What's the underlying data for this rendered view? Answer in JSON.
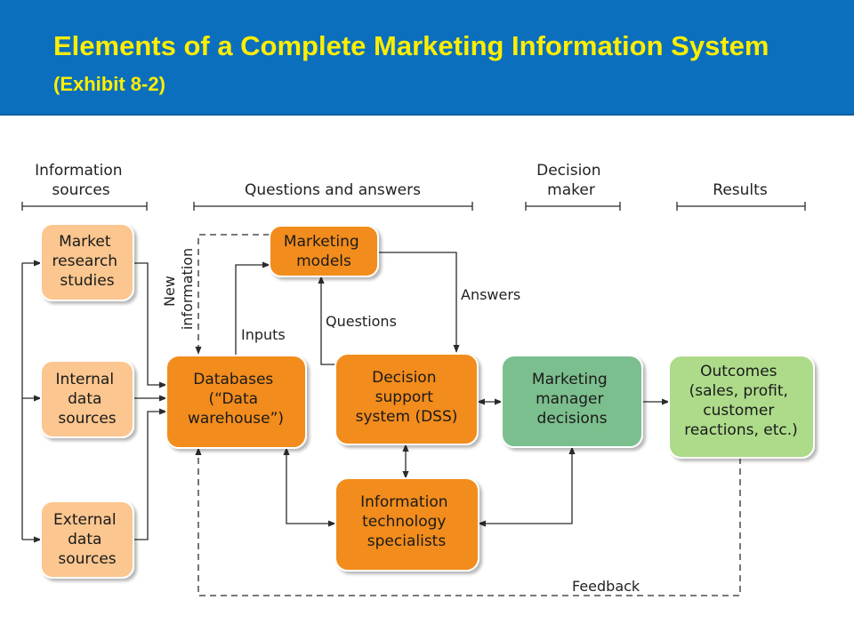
{
  "title": {
    "main": "Elements of a Complete Marketing Information System",
    "sub": "(Exhibit 8-2)"
  },
  "columns": [
    {
      "lines": [
        "Information",
        "sources"
      ]
    },
    {
      "lines": [
        "Questions and answers"
      ]
    },
    {
      "lines": [
        "Decision",
        "maker"
      ]
    },
    {
      "lines": [
        "Results"
      ]
    }
  ],
  "boxes": {
    "market_research": [
      "Market",
      "research",
      "studies"
    ],
    "internal_data": [
      "Internal",
      "data",
      "sources"
    ],
    "external_data": [
      "External",
      "data",
      "sources"
    ],
    "databases": [
      "Databases",
      "(“Data",
      "warehouse”)"
    ],
    "marketing_models": [
      "Marketing",
      "models"
    ],
    "dss": [
      "Decision",
      "support",
      "system (DSS)"
    ],
    "manager_decisions": [
      "Marketing",
      "manager",
      "decisions"
    ],
    "it_specialists": [
      "Information",
      "technology",
      "specialists"
    ],
    "outcomes": [
      "Outcomes",
      "(sales, profit,",
      "customer",
      "reactions, etc.)"
    ]
  },
  "labels": {
    "new_information": [
      "New",
      "information"
    ],
    "inputs": "Inputs",
    "questions": "Questions",
    "answers": "Answers",
    "feedback": "Feedback"
  },
  "colors": {
    "header": "#0b6fbd",
    "title": "#ffee00",
    "source_box": "#fbc68f",
    "orange_box": "#f28c1e",
    "green_box": "#7bbf8e",
    "light_green_box": "#addb8a"
  }
}
